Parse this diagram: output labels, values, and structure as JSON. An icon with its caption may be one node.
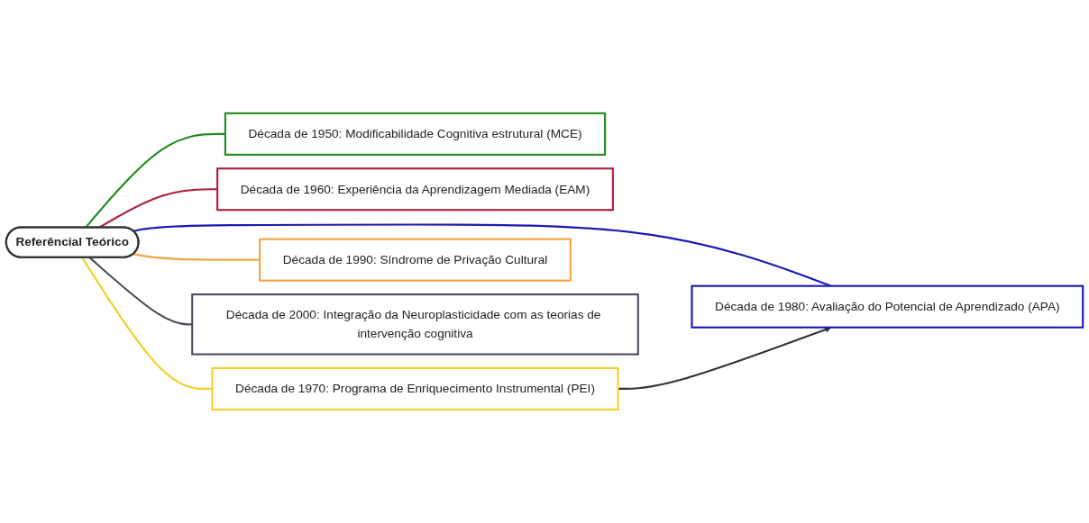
{
  "diagram": {
    "nodes": [
      {
        "text": [
          "Referêncial Teórico"
        ]
      },
      {
        "text": [
          "Década de 1950: Modificabilidade Cognitiva estrutural (MCE)"
        ]
      },
      {
        "text": [
          "Década de 1960: Experiência da Aprendizagem Mediada (EAM)"
        ]
      },
      {
        "text": [
          "Década de 1970: Programa de Enriquecimento Instrumental (PEI)"
        ]
      },
      {
        "text": [
          "Década de 1980: Avaliação do Potencial de Aprendizado (APA)"
        ]
      },
      {
        "text": [
          "Década de 1990: Síndrome de Privação Cultural"
        ]
      },
      {
        "text": [
          "Década de 2000: Integração da Neuroplasticidade com as teorias de intervenção cognitiva"
        ]
      }
    ],
    "edges": [
      {
        "from": 0,
        "to": 1,
        "arrow": "none",
        "color": "#1e8c1e"
      },
      {
        "from": 0,
        "to": 2,
        "arrow": "none",
        "color": "#b01e3c"
      },
      {
        "from": 0,
        "to": 3,
        "arrow": "none",
        "color": "#f2d027"
      },
      {
        "from": 0,
        "to": 4,
        "arrow": "none",
        "color": "#1a1ab4"
      },
      {
        "from": 0,
        "to": 5,
        "arrow": "none",
        "color": "#f2a444"
      },
      {
        "from": 0,
        "to": 6,
        "arrow": "none",
        "color": "#4a4f5c"
      },
      {
        "from": 3,
        "to": 4,
        "arrow": "to",
        "color": "#333333"
      }
    ]
  }
}
